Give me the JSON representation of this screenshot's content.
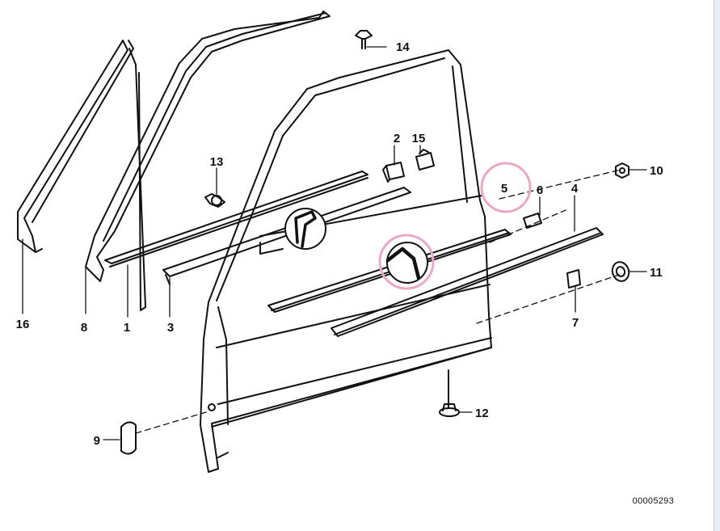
{
  "diagram": {
    "callouts": [
      {
        "id": "1",
        "label": "1"
      },
      {
        "id": "2",
        "label": "2"
      },
      {
        "id": "3",
        "label": "3"
      },
      {
        "id": "4",
        "label": "4"
      },
      {
        "id": "5",
        "label": "5"
      },
      {
        "id": "6",
        "label": "6"
      },
      {
        "id": "7",
        "label": "7"
      },
      {
        "id": "8",
        "label": "8"
      },
      {
        "id": "9",
        "label": "9"
      },
      {
        "id": "10",
        "label": "10"
      },
      {
        "id": "11",
        "label": "11"
      },
      {
        "id": "12",
        "label": "12"
      },
      {
        "id": "13",
        "label": "13"
      },
      {
        "id": "14",
        "label": "14"
      },
      {
        "id": "15",
        "label": "15"
      },
      {
        "id": "16",
        "label": "16"
      }
    ],
    "reference_number": "00005293",
    "highlight_color": "#e8a9c4",
    "line_color": "#111111"
  }
}
